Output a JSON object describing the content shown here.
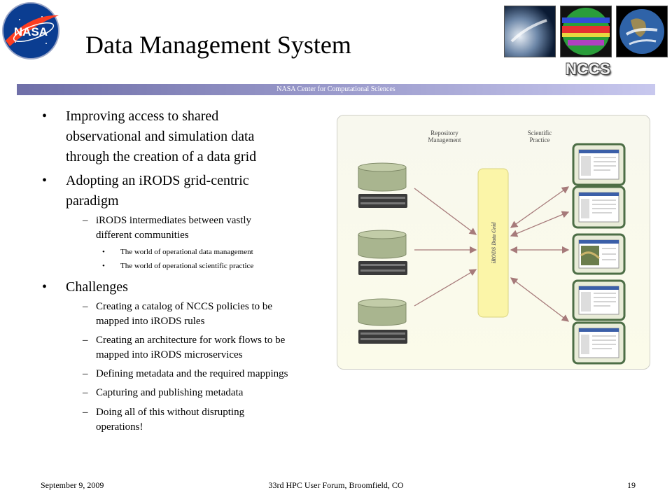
{
  "slide": {
    "title": "Data Management System",
    "banner": "NASA Center for Computational Sciences",
    "nccs_logo": "NCCS",
    "nasa_logo": "NASA"
  },
  "content": {
    "bullet1": {
      "lines": [
        "Improving access to shared",
        "observational and simulation data",
        "through the creation of a data grid"
      ]
    },
    "bullet2": {
      "lines": [
        "Adopting an iRODS grid-centric",
        "paradigm"
      ],
      "sub": {
        "lines": [
          "iRODS intermediates between vastly",
          "different communities"
        ],
        "items": [
          "The world of operational data management",
          "The world of operational scientific practice"
        ]
      }
    },
    "bullet3": {
      "line": "Challenges",
      "subs": [
        [
          "Creating a catalog of NCCS policies to be",
          "mapped into iRODS rules"
        ],
        [
          "Creating an architecture for work flows to be",
          "mapped into iRODS microservices"
        ],
        [
          "Defining metadata and the required mappings"
        ],
        [
          "Capturing and publishing metadata"
        ],
        [
          "Doing all of this without disrupting",
          "operations!"
        ]
      ]
    }
  },
  "diagram": {
    "repository_label": [
      "Repository",
      "Management"
    ],
    "practice_label": [
      "Scientific",
      "Practice"
    ],
    "grid_label": "iRODS Data Grid"
  },
  "footer": {
    "date": "September 9, 2009",
    "event": "33rd HPC User Forum, Broomfield, CO",
    "page": "19"
  },
  "colors": {
    "banner": "#8a8ac0",
    "grid_bar": "#fbf5a8",
    "cylinder": "#a9b58f",
    "arrow": "#a67a7a",
    "panel_frame": "#4d6e46"
  }
}
